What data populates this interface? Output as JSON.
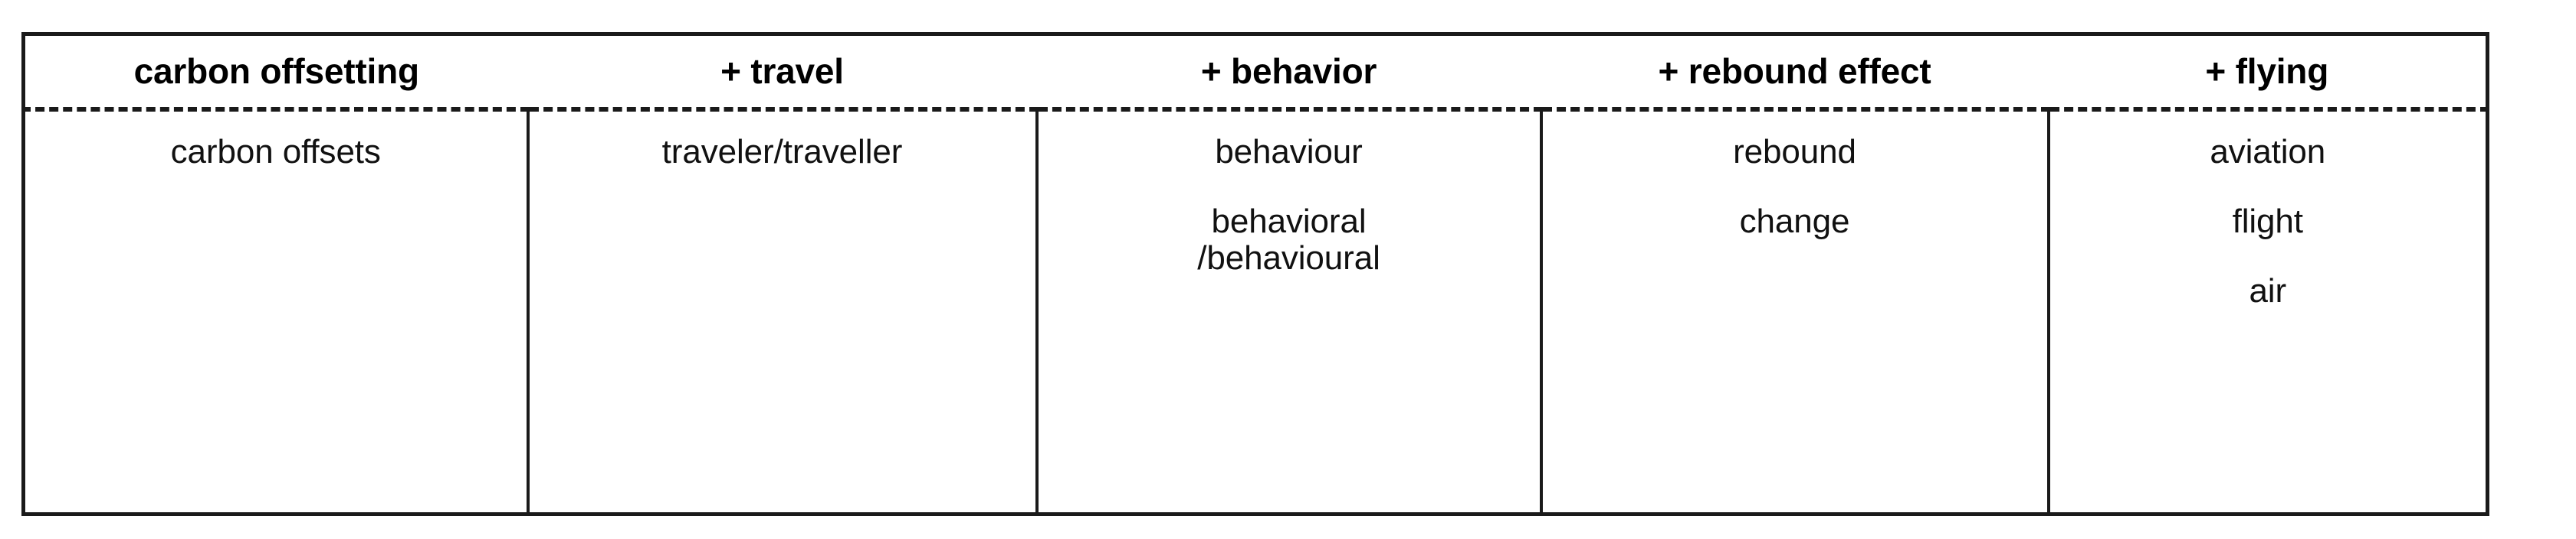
{
  "table": {
    "columns": [
      {
        "header": "carbon offsetting",
        "terms": [
          {
            "lines": [
              "carbon offsets"
            ]
          }
        ]
      },
      {
        "header": "+ travel",
        "terms": [
          {
            "lines": [
              "traveler/traveller"
            ]
          }
        ]
      },
      {
        "header": "+ behavior",
        "terms": [
          {
            "lines": [
              "behaviour"
            ]
          },
          {
            "lines": [
              "behavioral",
              "/behavioural"
            ]
          }
        ]
      },
      {
        "header": "+ rebound effect",
        "terms": [
          {
            "lines": [
              "rebound"
            ]
          },
          {
            "lines": [
              "change"
            ]
          }
        ]
      },
      {
        "header": "+ flying",
        "terms": [
          {
            "lines": [
              "aviation"
            ]
          },
          {
            "lines": [
              "flight"
            ]
          },
          {
            "lines": [
              "air"
            ]
          }
        ]
      }
    ]
  },
  "style": {
    "border_color": "#1a1a1a",
    "text_color": "#111111",
    "background": "#ffffff"
  }
}
